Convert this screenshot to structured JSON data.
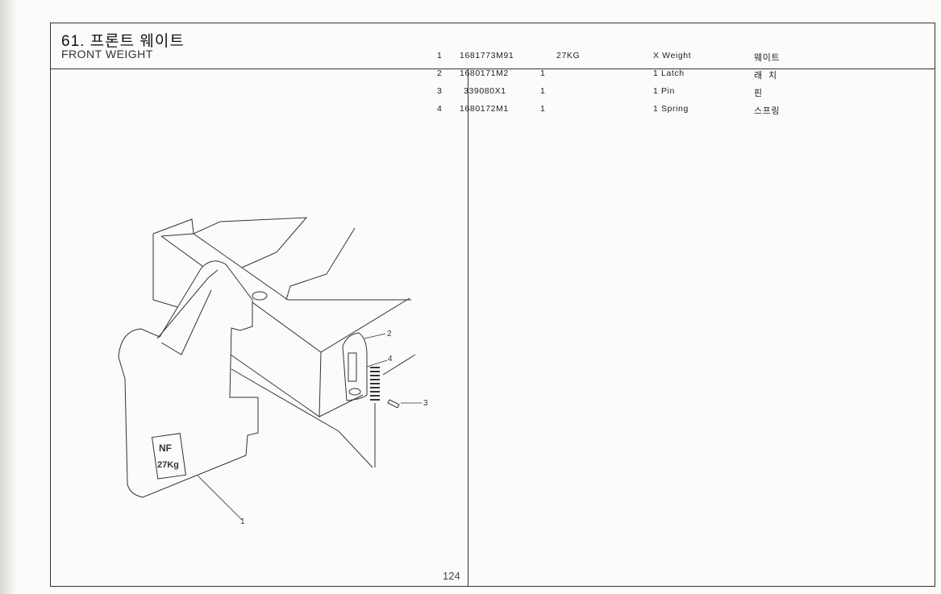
{
  "header": {
    "title_ko": "61. 프론트 웨이트",
    "title_en": "FRONT WEIGHT"
  },
  "page_number": "124",
  "parts": [
    {
      "no": "1",
      "part_number": "1681773M91",
      "qty_spec": "27KG",
      "description": "X Weight",
      "name_ko": "웨이트"
    },
    {
      "no": "2",
      "part_number": "1680171M2",
      "qty_spec": "1",
      "description": "1 Latch",
      "name_ko": "래  치"
    },
    {
      "no": "3",
      "part_number": "339080X1",
      "qty_spec": "1",
      "description": "1 Pin",
      "name_ko": "핀"
    },
    {
      "no": "4",
      "part_number": "1680172M1",
      "qty_spec": "1",
      "description": "1 Spring",
      "name_ko": "스프링"
    }
  ],
  "drawing": {
    "weight_marking_line1": "NF",
    "weight_marking_line2": "27Kg",
    "callouts": [
      "1",
      "2",
      "3",
      "4"
    ]
  }
}
